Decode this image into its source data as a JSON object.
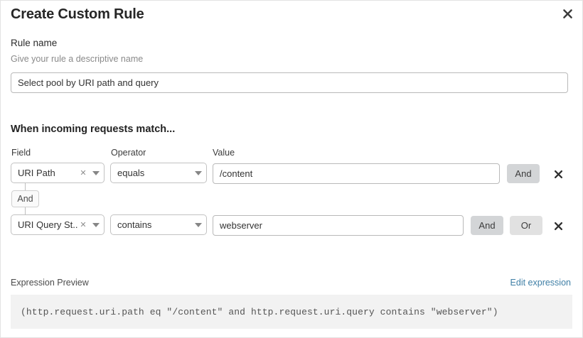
{
  "dialog": {
    "title": "Create Custom Rule",
    "close_icon": "close-icon"
  },
  "rule_name": {
    "label": "Rule name",
    "helper": "Give your rule a descriptive name",
    "value": "Select pool by URI path and query",
    "placeholder": "Select pool by URI path and query"
  },
  "conditions": {
    "heading": "When incoming requests match...",
    "columns": {
      "field": "Field",
      "operator": "Operator",
      "value": "Value"
    },
    "group_logic_badge": "And",
    "rows": [
      {
        "field": "URI Path",
        "operator": "equals",
        "value": "/content",
        "value_placeholder": "",
        "clear_icon": "clear-icon",
        "caret_icon": "chevron-down-icon",
        "logic_buttons": [
          "And"
        ],
        "delete_icon": "close-icon"
      },
      {
        "field": "URI Query St...",
        "operator": "contains",
        "value": "webserver",
        "value_placeholder": "",
        "clear_icon": "clear-icon",
        "caret_icon": "chevron-down-icon",
        "logic_buttons": [
          "And",
          "Or"
        ],
        "delete_icon": "close-icon"
      }
    ]
  },
  "expression": {
    "label": "Expression Preview",
    "edit_link": "Edit expression",
    "code": "(http.request.uri.path eq \"/content\" and http.request.uri.query contains \"webserver\")"
  },
  "colors": {
    "link": "#3f7fa6",
    "logic_active": "#d3d5d7",
    "logic_plain": "#e1e1e1",
    "code_bg": "#f2f2f2"
  }
}
